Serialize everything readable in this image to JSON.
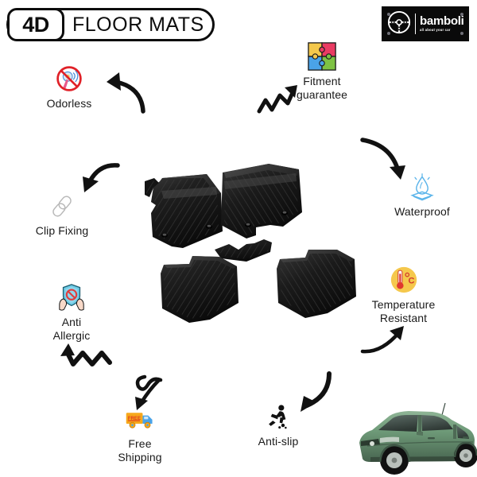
{
  "header": {
    "badge": "4D",
    "title": "FLOOR MATS"
  },
  "brand": {
    "name": "bamboli",
    "tagline": "all about your car",
    "logo_icon": "steering-wheel-icon",
    "background_color": "#0a0a0a",
    "text_color": "#ffffff"
  },
  "features": [
    {
      "id": "odorless",
      "label": "Odorless",
      "icon": "no-odor-icon",
      "icon_colors": [
        "#e02128",
        "#f6c244",
        "#4a90d9",
        "#e85a8a"
      ]
    },
    {
      "id": "fitment",
      "label": "Fitment\nguarantee",
      "icon": "puzzle-icon",
      "icon_colors": [
        "#f4c84b",
        "#ea3b63",
        "#4aa3e8",
        "#7ec243"
      ]
    },
    {
      "id": "waterproof",
      "label": "Waterproof",
      "icon": "water-droplet-layers-icon",
      "icon_colors": [
        "#5bb4ea"
      ]
    },
    {
      "id": "clip-fixing",
      "label": "Clip Fixing",
      "icon": "chain-link-icon",
      "icon_colors": [
        "#b8b8b8"
      ]
    },
    {
      "id": "temperature-resistant",
      "label": "Temperature\nResistant",
      "icon": "thermometer-celsius-icon",
      "icon_colors": [
        "#f5c84c",
        "#e0382e"
      ]
    },
    {
      "id": "anti-allergic",
      "label": "Anti\nAllergic",
      "icon": "hands-shield-icon",
      "icon_colors": [
        "#5bc4e0",
        "#e03c3c",
        "#f8d9c8"
      ]
    },
    {
      "id": "free-shipping",
      "label": "Free\nShipping",
      "icon": "delivery-truck-icon",
      "icon_colors": [
        "#f7a81b",
        "#e03c1e",
        "#4aa3e8"
      ]
    },
    {
      "id": "anti-slip",
      "label": "Anti-slip",
      "icon": "person-slipping-icon",
      "icon_colors": [
        "#111111"
      ]
    }
  ],
  "product": {
    "name": "mats-set-image",
    "description": "5-piece black rubber 4D car floor mat set",
    "piece_count": 5,
    "color": "#161616"
  },
  "vehicle": {
    "name": "car-image",
    "description": "Green 3-door hatchback",
    "color": "#6f9a78"
  },
  "arrows": [
    {
      "id": "arrow-to-odorless",
      "style": "curved",
      "direction": "left"
    },
    {
      "id": "arrow-to-fitment",
      "style": "zigzag",
      "direction": "up-right"
    },
    {
      "id": "arrow-to-waterproof",
      "style": "curved",
      "direction": "down-right"
    },
    {
      "id": "arrow-to-clip-fixing",
      "style": "curved",
      "direction": "down-left"
    },
    {
      "id": "arrow-to-temperature",
      "style": "curved",
      "direction": "up-right"
    },
    {
      "id": "arrow-to-anti-allergic",
      "style": "zigzag",
      "direction": "up-left"
    },
    {
      "id": "arrow-to-free-shipping",
      "style": "loop",
      "direction": "down-left"
    },
    {
      "id": "arrow-to-anti-slip",
      "style": "curved",
      "direction": "down-left"
    }
  ],
  "background_color": "#ffffff"
}
